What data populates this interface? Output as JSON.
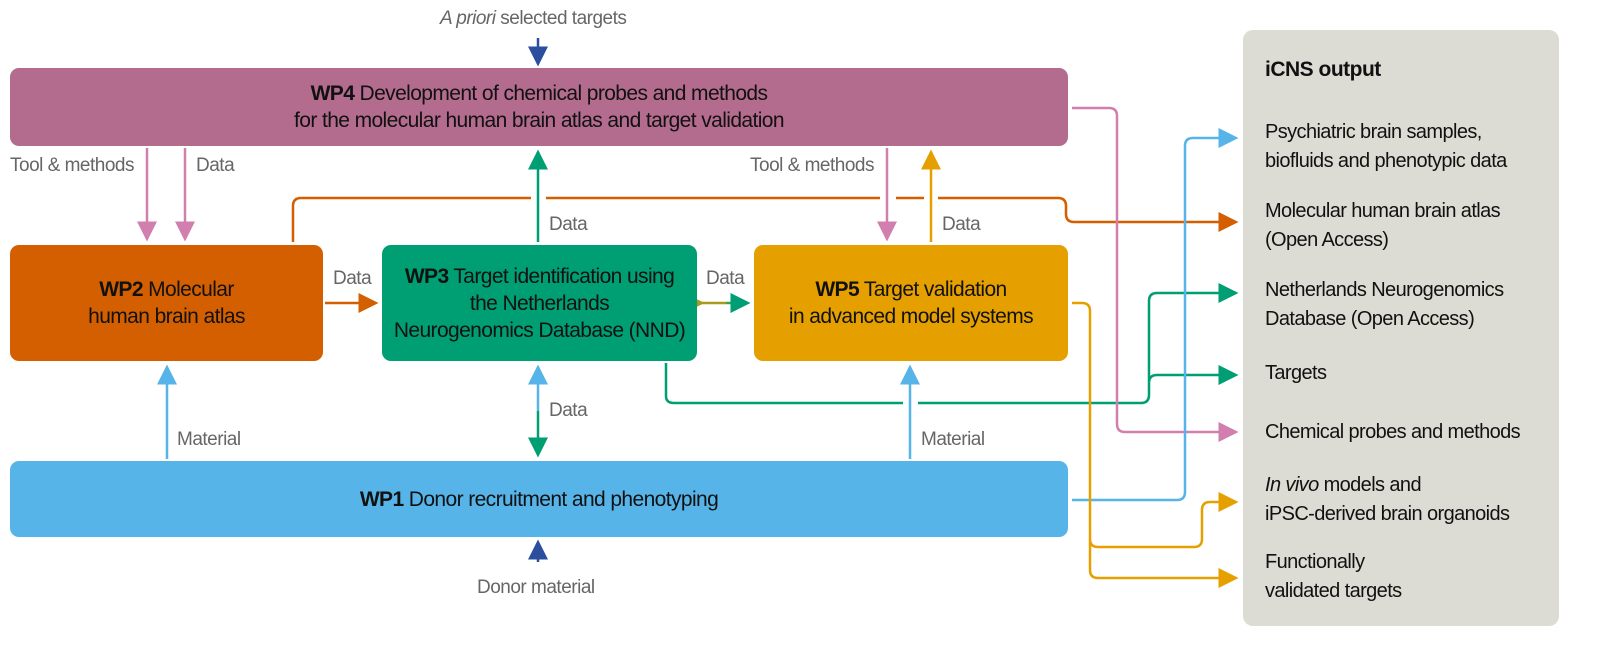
{
  "colors": {
    "wp4": "#b36b8e",
    "wp2": "#d45f00",
    "wp3": "#009e73",
    "wp5": "#e5a000",
    "wp1": "#56b4e9",
    "panel": "#dcdcd4",
    "pink_line": "#d17fae",
    "input_arrow": "#2b4f9e"
  },
  "inputs": {
    "top_italic": "A priori",
    "top_rest": " selected targets",
    "bottom": "Donor material"
  },
  "wp4": {
    "code": "WP4",
    "line1": " Development of chemical probes and methods",
    "line2": "for the molecular human brain atlas and target validation"
  },
  "wp2": {
    "code": "WP2",
    "line1": " Molecular",
    "line2": "human brain atlas"
  },
  "wp3": {
    "code": "WP3",
    "line1": " Target identification using",
    "line2": "the Netherlands",
    "line3": "Neurogenomics Database (NND)"
  },
  "wp5": {
    "code": "WP5",
    "line1": " Target validation",
    "line2": "in advanced model systems"
  },
  "wp1": {
    "code": "WP1",
    "line1": " Donor recruitment and phenotyping"
  },
  "labels": {
    "tool_methods_left": "Tool & methods",
    "data_left": "Data",
    "tool_methods_right": "Tool & methods",
    "data_wp5_up": "Data",
    "data_wp3_up": "Data",
    "data_wp2_wp3": "Data",
    "data_wp3_wp5": "Data",
    "data_wp1_wp3": "Data",
    "material_left": "Material",
    "material_right": "Material"
  },
  "output": {
    "title": "iCNS output",
    "items": [
      {
        "line1": "Psychiatric brain samples,",
        "line2": "biofluids and phenotypic data"
      },
      {
        "line1": "Molecular human brain atlas",
        "line2": "(Open Access)"
      },
      {
        "line1": "Netherlands Neurogenomics",
        "line2": "Database (Open Access)"
      },
      {
        "line1": "Targets"
      },
      {
        "line1": "Chemical probes and methods"
      },
      {
        "line1_italic": "In vivo",
        "line1_rest": " models and",
        "line2": "iPSC-derived brain organoids"
      },
      {
        "line1": "Functionally",
        "line2": "validated targets"
      }
    ]
  }
}
